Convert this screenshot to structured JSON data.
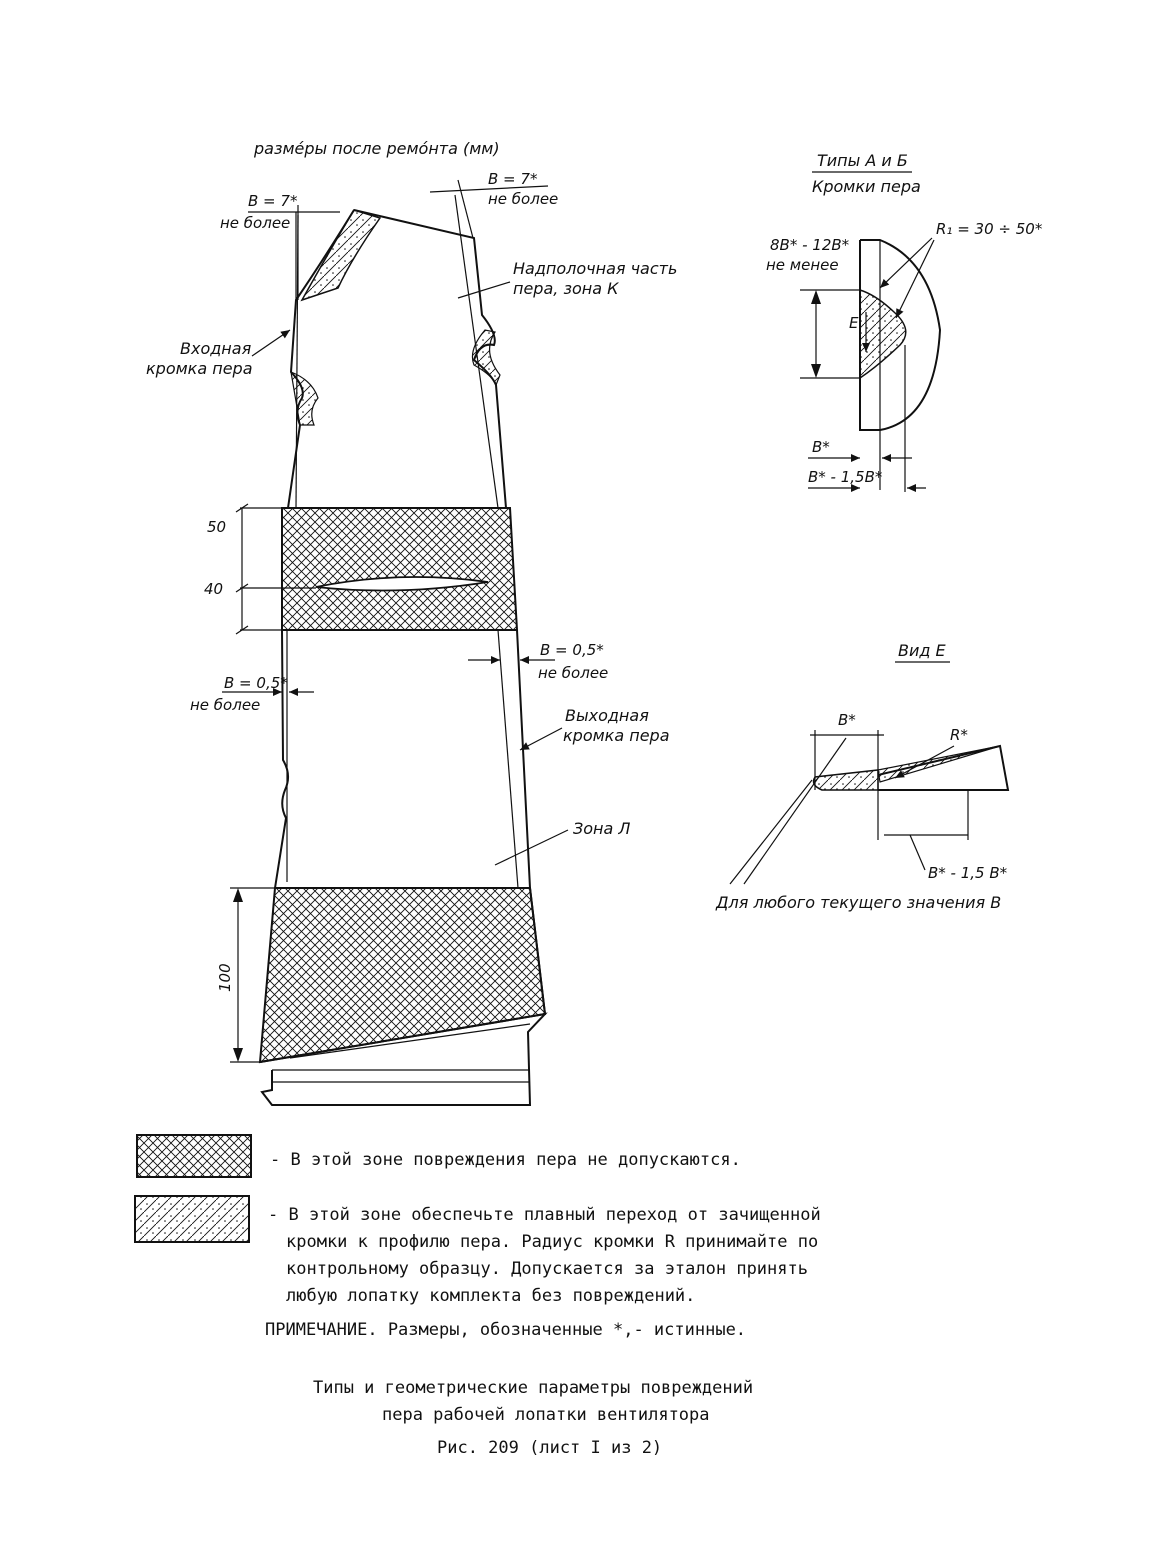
{
  "diagram": {
    "header": "разме́ры после ремо́нта (мм)",
    "labels": {
      "b7_left": "B = 7*",
      "b7_left_sub": "не более",
      "b7_right": "B = 7*",
      "b7_right_sub": "не более",
      "shroud_zone_1": "Надполочная часть",
      "shroud_zone_2": "пера, зона К",
      "leading_edge_1": "Входная",
      "leading_edge_2": "кромка пера",
      "dim_50": "50",
      "dim_40": "40",
      "b05_left": "B = 0,5*",
      "b05_left_sub": "не более",
      "b05_right": "B = 0,5*",
      "b05_right_sub": "не более",
      "trailing_edge_1": "Выходная",
      "trailing_edge_2": "кромка пера",
      "zone_l": "Зона Л",
      "dim_100": "100"
    },
    "detail_ab": {
      "title": "Типы А и Б",
      "subtitle": "Кромки пера",
      "range": "8B* - 12B*",
      "range_sub": "не менее",
      "radius": "R₁ = 30 ÷ 50*",
      "arrow_e": "E",
      "b_star": "B*",
      "b_range": "B* - 1,5B*"
    },
    "detail_e": {
      "title": "Вид Е",
      "b_star": "B*",
      "r_star": "R*",
      "b_range": "B* - 1,5 B*",
      "note": "Для любого текущего значения В"
    }
  },
  "legend": {
    "crosshatch_text": "- В этой зоне повреждения пера не допускаются.",
    "blend_lines": [
      "- В этой зоне обеспечьте плавный переход от зачищенной",
      "кромки к профилю пера. Радиус кромки R принимайте по",
      "контрольному образцу. Допускается за эталон принять",
      "любую лопатку комплекта без повреждений."
    ],
    "note": "ПРИМЕЧАНИЕ. Размеры, обозначенные *,- истинные."
  },
  "caption": {
    "line1": "Типы и геометрические параметры повреждений",
    "line2": "пера рабочей лопатки вентилятора",
    "figure": "Рис. 209 (лист I из 2)"
  }
}
